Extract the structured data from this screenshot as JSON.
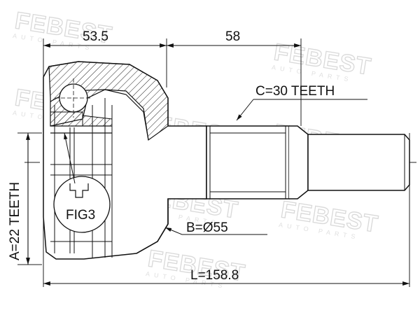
{
  "watermark": {
    "brand": "FEBEST",
    "sub": "AUTO PARTS"
  },
  "dimensions": {
    "outer_length": "53.5",
    "shaft_length": "58",
    "spline_outer": "C=30 TEETH",
    "diameter": "B=Ø55",
    "spline_inner": "A=22 TEETH",
    "total_length": "L=158.8",
    "figure_ref": "FIG3"
  }
}
